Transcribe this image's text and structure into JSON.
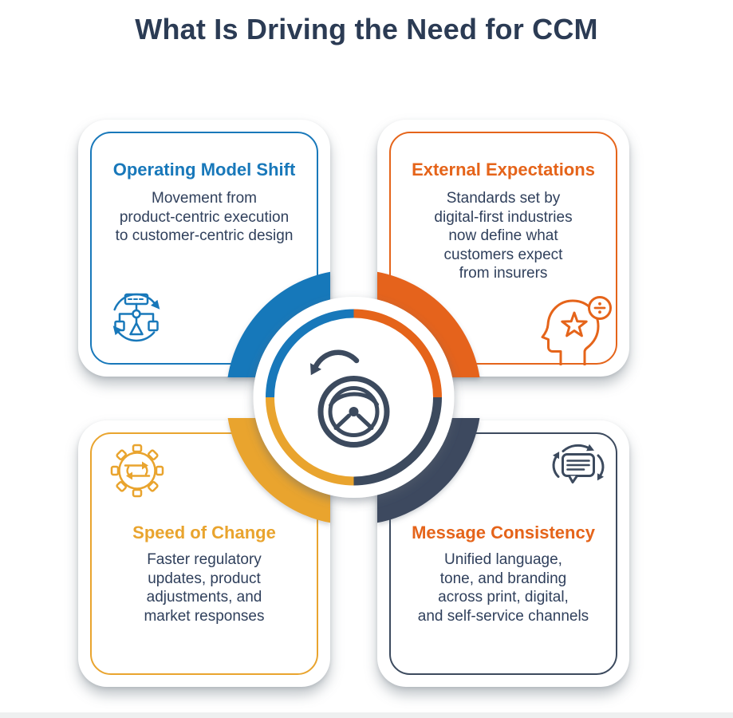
{
  "page": {
    "title": "What Is Driving the Need for CCM"
  },
  "colors": {
    "blue": "#1878BA",
    "orange": "#E5641A",
    "gold": "#E9A42E",
    "navy": "#3C4A5E",
    "heading_navy": "#2B3B54",
    "body_text": "#30405C",
    "footer_gray": "#EEF0F0"
  },
  "center": {
    "icon": "steering-wheel-rotate-icon",
    "ring_segment_colors": [
      "#1878BA",
      "#E5641A",
      "#E9A42E",
      "#3C4A5E"
    ]
  },
  "cards": [
    {
      "id": "operating-model-shift",
      "title": "Operating Model Shift",
      "title_color": "#1878BA",
      "border_color": "#1878BA",
      "icon": "process-flow-cycle-icon",
      "body_lines": [
        "Movement from",
        "product-centric execution",
        "to customer-centric design"
      ]
    },
    {
      "id": "external-expectations",
      "title": "External Expectations",
      "title_color": "#E5641A",
      "border_color": "#E5641A",
      "icon": "head-star-badge-icon",
      "body_lines": [
        "Standards set by",
        "digital-first industries",
        "now define what",
        "customers expect",
        "from insurers"
      ]
    },
    {
      "id": "speed-of-change",
      "title": "Speed of Change",
      "title_color": "#E9A42E",
      "border_color": "#E9A42E",
      "icon": "gear-sync-arrows-icon",
      "body_lines": [
        "Faster regulatory",
        "updates, product",
        "adjustments, and",
        "market responses"
      ]
    },
    {
      "id": "message-consistency",
      "title": "Message Consistency",
      "title_color": "#E5641A",
      "border_color": "#3C4A5E",
      "icon": "speech-bubble-broadcast-icon",
      "body_lines": [
        "Unified language,",
        "tone, and branding",
        "across print, digital,",
        "and self-service channels"
      ]
    }
  ]
}
